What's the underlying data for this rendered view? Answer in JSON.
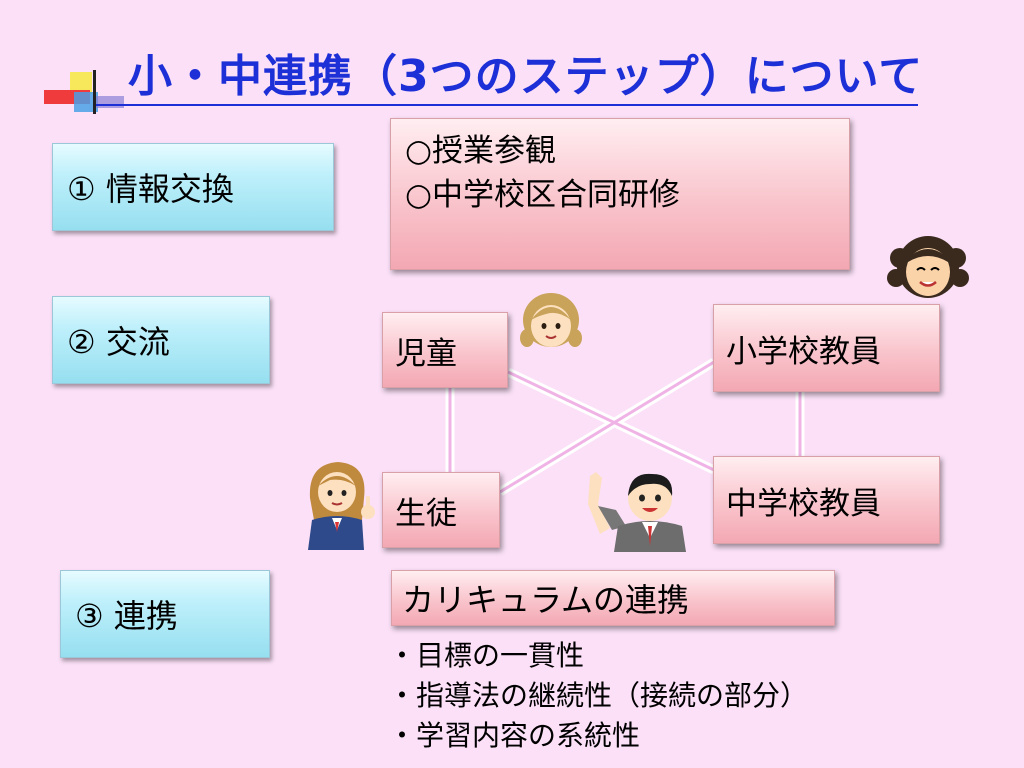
{
  "title": "小・中連携（3つのステップ）について",
  "steps": [
    {
      "label": "①  情報交換"
    },
    {
      "label": "②  交流"
    },
    {
      "label": "③  連携"
    }
  ],
  "info_box": {
    "lines": [
      "○授業参観",
      "○中学校区合同研修"
    ]
  },
  "nodes": {
    "jido": "児童",
    "seito": "生徒",
    "sho_teacher": "小学校教員",
    "chu_teacher": "中学校教員"
  },
  "curriculum": {
    "heading": "カリキュラムの連携",
    "bullets": [
      "・目標の一貫性",
      "・指導法の継続性（接続の部分）",
      "・学習内容の系統性"
    ]
  },
  "colors": {
    "background": "#fbe0f7",
    "title": "#1d2fd6",
    "step_box": "#bff0fb",
    "pink_box": "#f9c4cc"
  }
}
